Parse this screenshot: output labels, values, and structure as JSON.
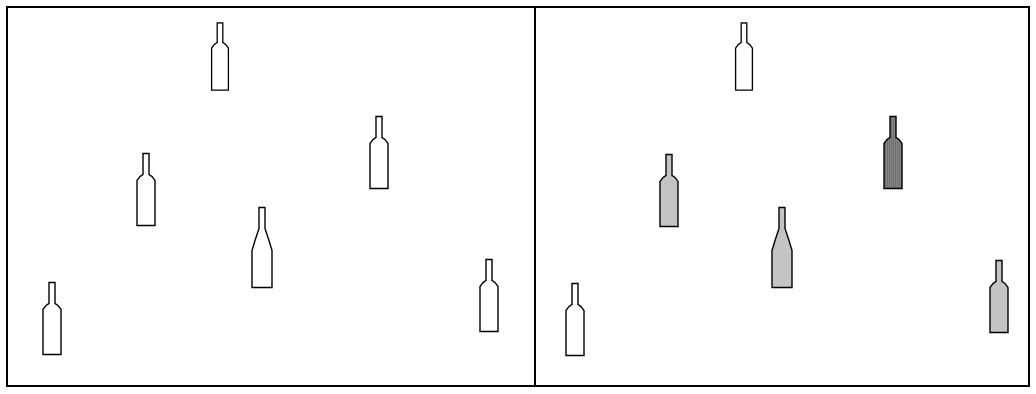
{
  "diagram": {
    "panels": [
      {
        "name": "left",
        "bottles": [
          {
            "shape": "standard",
            "fill": "none"
          },
          {
            "shape": "standard",
            "fill": "none"
          },
          {
            "shape": "standard",
            "fill": "none"
          },
          {
            "shape": "tall-sloped",
            "fill": "none"
          },
          {
            "shape": "standard",
            "fill": "none"
          },
          {
            "shape": "standard",
            "fill": "none"
          }
        ]
      },
      {
        "name": "right",
        "bottles": [
          {
            "shape": "standard",
            "fill": "none"
          },
          {
            "shape": "standard",
            "fill": "gray-light"
          },
          {
            "shape": "standard",
            "fill": "gray-dark"
          },
          {
            "shape": "tall-sloped",
            "fill": "gray-light"
          },
          {
            "shape": "standard",
            "fill": "none"
          },
          {
            "shape": "standard",
            "fill": "gray-light"
          }
        ]
      }
    ],
    "colors": {
      "stroke": "#000000",
      "gray-light": "#c8c8c8",
      "gray-dark": "#9a9a9a",
      "none": "#ffffff"
    }
  }
}
